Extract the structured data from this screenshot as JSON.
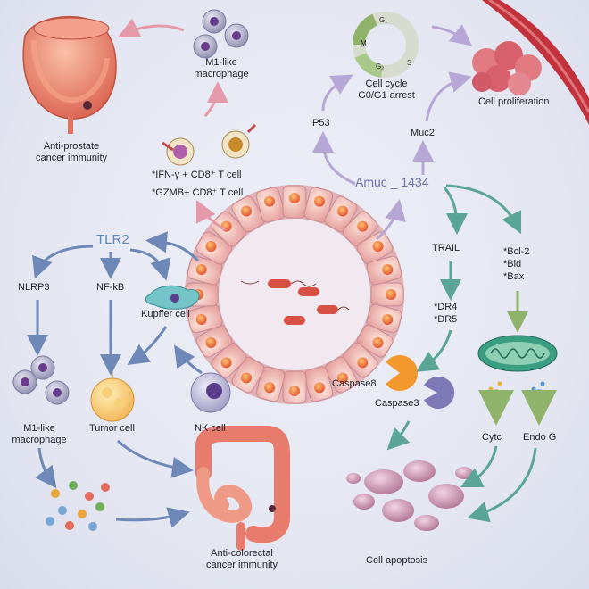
{
  "labels": {
    "prostate_immunity_1": "Anti-prostate",
    "prostate_immunity_2": "cancer immunity",
    "m1_top_1": "M1-like",
    "m1_top_2": "macrophage",
    "tcell_1": "*IFN-γ + CD8⁺ T cell",
    "tcell_2": "*GZMB+ CD8⁺ T cell",
    "cell_cycle_1": "Cell cycle",
    "cell_cycle_2": "G0/G1 arrest",
    "cell_proliferation": "Cell proliferation",
    "phase_g1": "G₁",
    "phase_m": "M",
    "phase_g2": "G₂",
    "phase_s": "S",
    "p53": "P53",
    "muc2": "Muc2",
    "amuc": "Amuc _ 1434",
    "tlr2": "TLR2",
    "nlrp3": "NLRP3",
    "nfkb": "NF-kB",
    "kupffer": "Kupffer cell",
    "trail": "TRAIL",
    "bcl2": "*Bcl-2",
    "bid": "*Bid",
    "bax": "*Bax",
    "dr4": "*DR4",
    "dr5": "*DR5",
    "caspase8": "Caspase8",
    "caspase3": "Caspase3",
    "m1_left_1": "M1-like",
    "m1_left_2": "macrophage",
    "tumor_cell": "Tumor cell",
    "nk_cell": "NK cell",
    "cytc": "Cytc",
    "endog": "Endo G",
    "colorectal_1": "Anti-colorectal",
    "colorectal_2": "cancer immunity",
    "apoptosis": "Cell apoptosis"
  },
  "colors": {
    "purple_arrow": "#b7a7d6",
    "pink_arrow": "#e59aaa",
    "blue_arrow": "#6e88b8",
    "teal_arrow": "#5aa596",
    "green_arrow": "#8fb36b",
    "vessel": "#c2323d",
    "tissue": "#e77c6c"
  }
}
